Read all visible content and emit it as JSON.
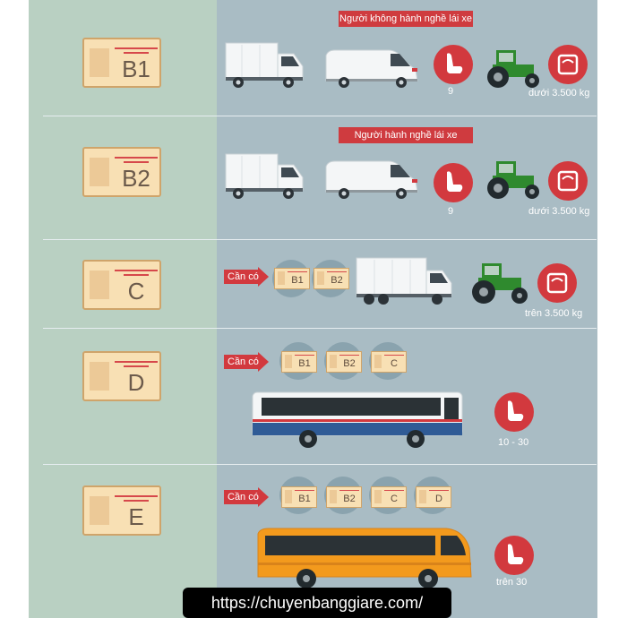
{
  "rows": [
    {
      "license": "B1",
      "banner": "Người không hành nghề lái xe",
      "seat_caption": "9",
      "weight_caption": "dưới 3.500 kg"
    },
    {
      "license": "B2",
      "banner": "Người hành nghề lái xe",
      "seat_caption": "9",
      "weight_caption": "dưới 3.500 kg"
    },
    {
      "license": "C",
      "need_label": "Cần có",
      "prereqs": [
        "B1",
        "B2"
      ],
      "weight_caption": "trên 3.500 kg"
    },
    {
      "license": "D",
      "need_label": "Cần có",
      "prereqs": [
        "B1",
        "B2",
        "C"
      ],
      "seat_caption": "10 - 30"
    },
    {
      "license": "E",
      "need_label": "Cần có",
      "prereqs": [
        "B1",
        "B2",
        "C",
        "D"
      ],
      "seat_caption": "trên 30"
    }
  ],
  "watermark": "https://chuyenbanggiare.com/",
  "colors": {
    "left_panel": "#b9d0c2",
    "right_panel": "#a9bcc4",
    "accent_red": "#d2393e",
    "card": "#f8e0b4",
    "tractor_green": "#2f8a2e",
    "bus_orange": "#f39a1d"
  },
  "icons": [
    "seat-icon",
    "weight-icon",
    "truck-icon",
    "van-icon",
    "tractor-icon",
    "bus-icon",
    "coach-icon",
    "arrow-icon"
  ]
}
